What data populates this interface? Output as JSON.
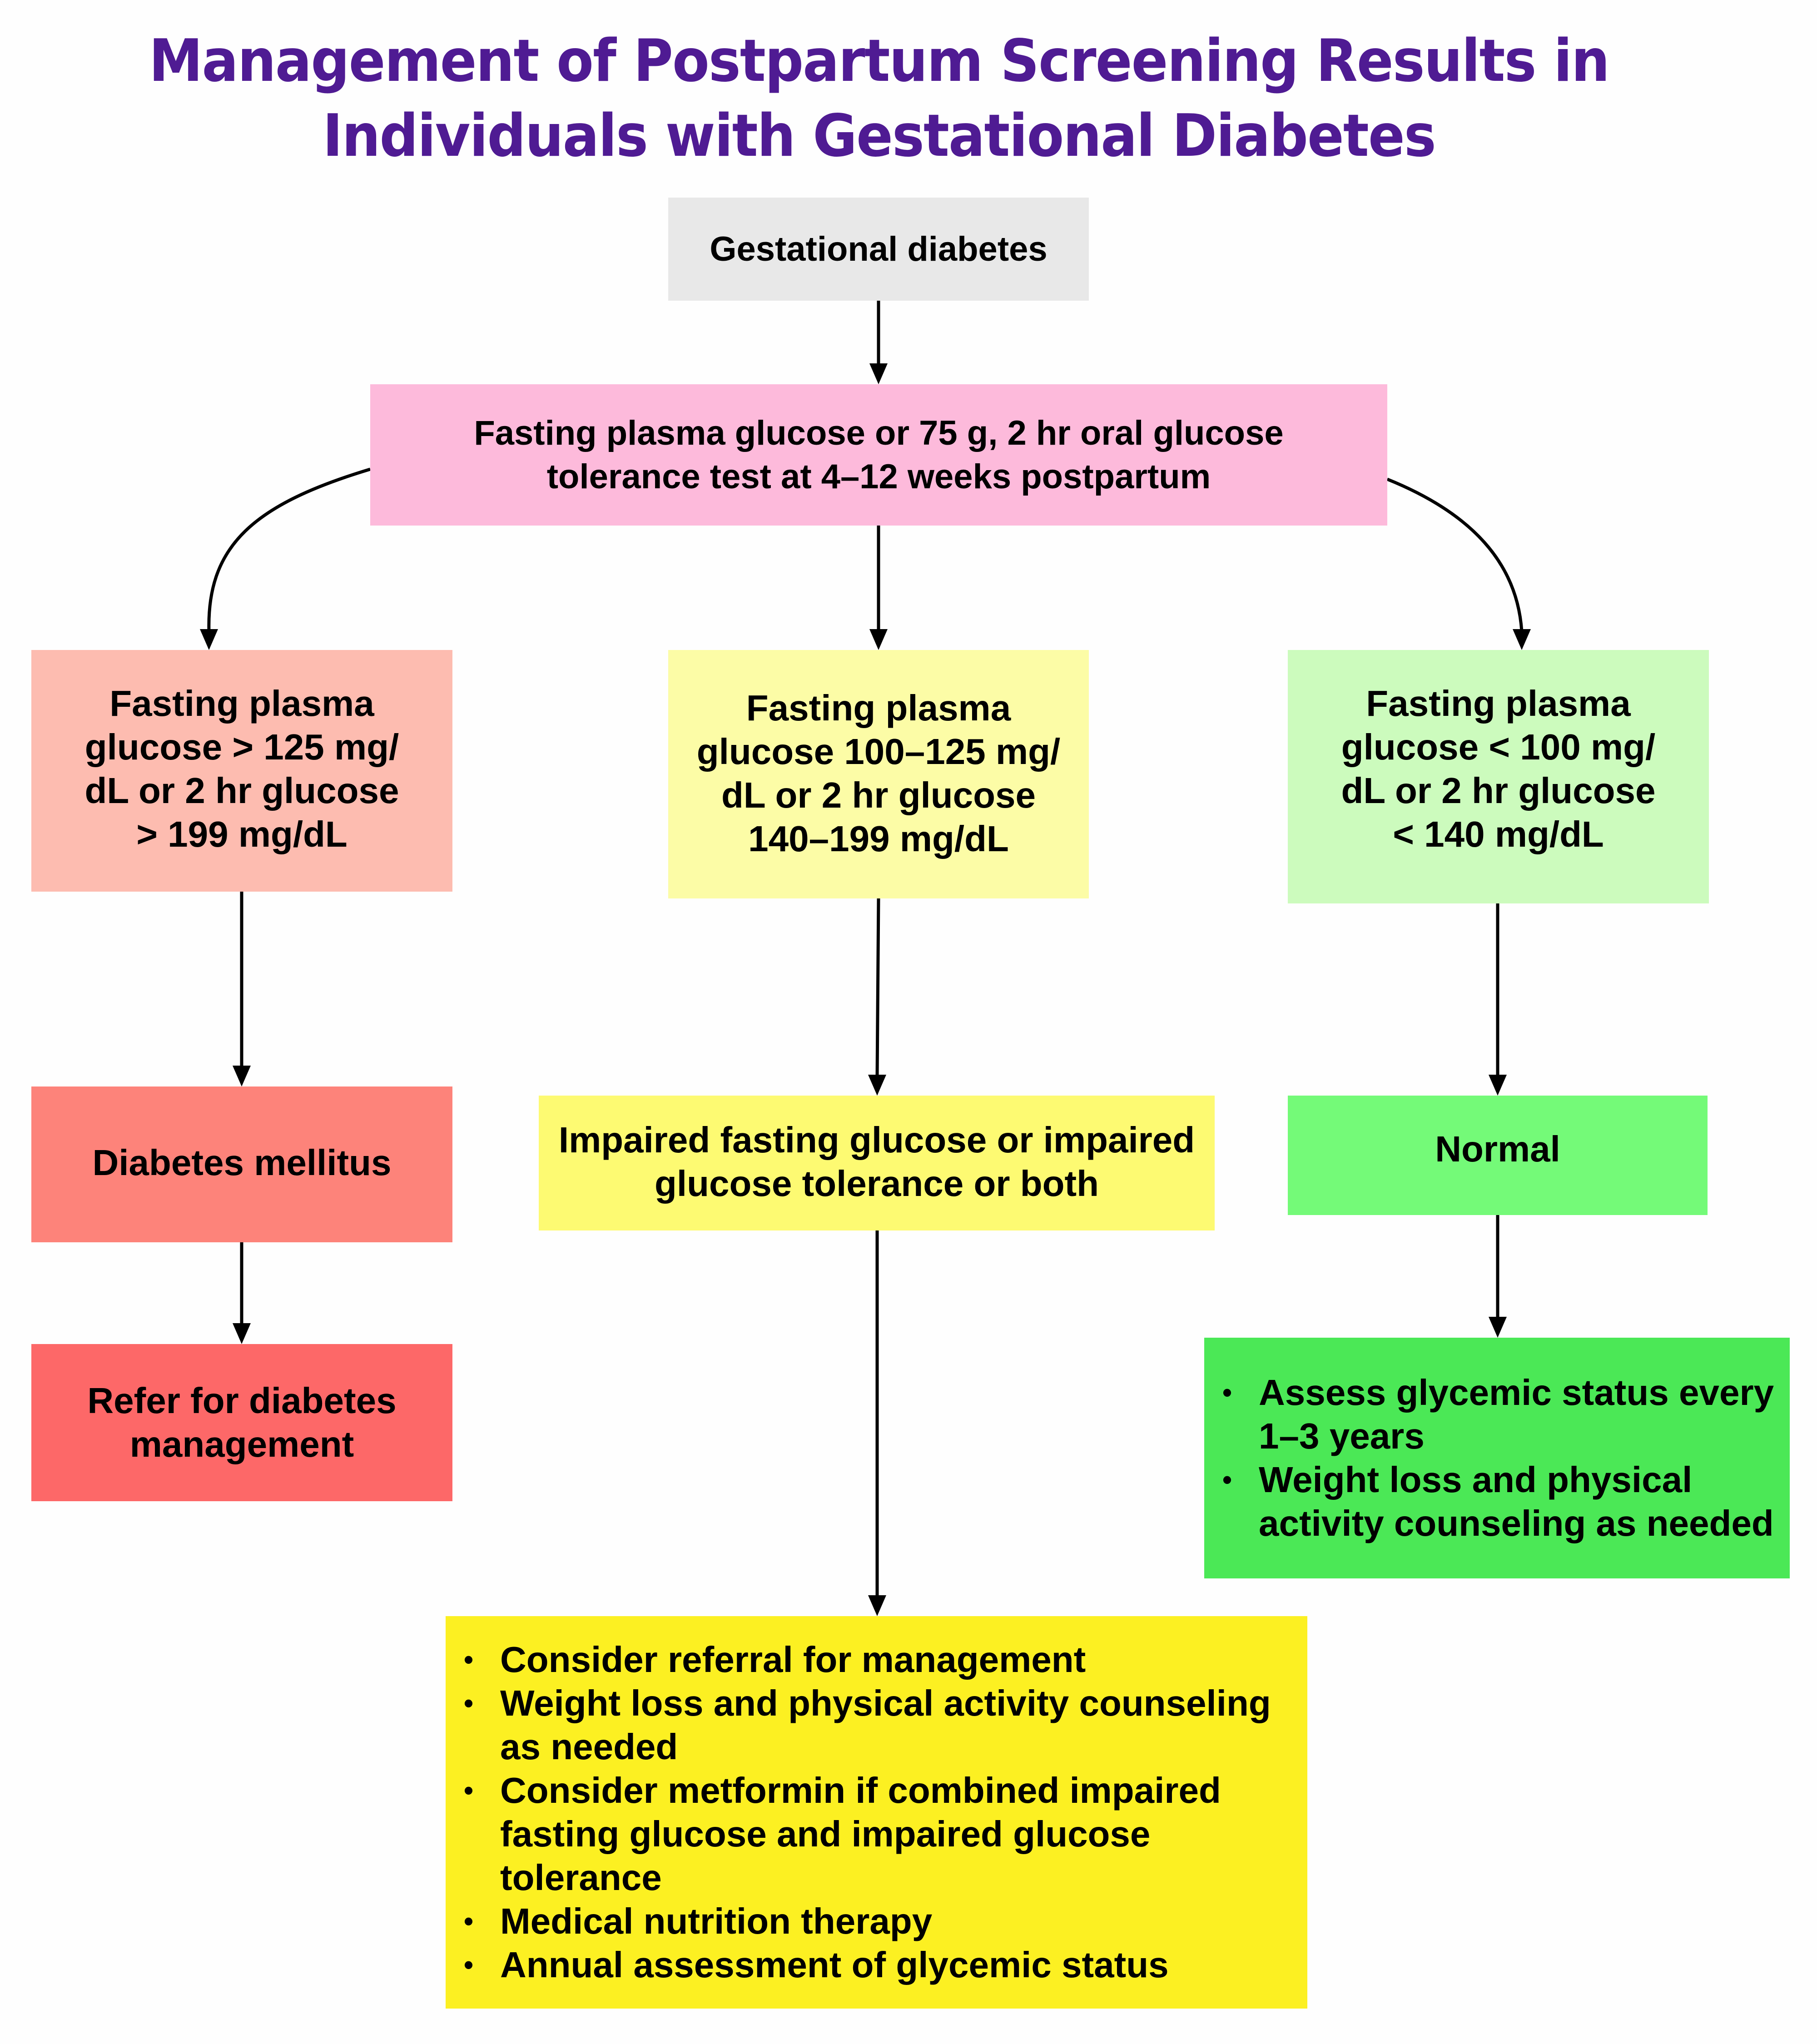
{
  "title": {
    "line1": "Management of Postpartum Screening Results in",
    "line2": "Individuals with Gestational Diabetes",
    "color": "#4f1b93"
  },
  "nodes": {
    "gestational": {
      "text": "Gestational diabetes",
      "color": "#e8e8e8"
    },
    "screening": {
      "line1": "Fasting plasma glucose or 75 g, 2 hr oral glucose",
      "line2": "tolerance test at 4–12 weeks postpartum",
      "color": "#fdbadb"
    },
    "high_result": {
      "lines": [
        "Fasting plasma",
        "glucose > 125 mg/",
        "dL or 2 hr glucose",
        "> 199 mg/dL"
      ],
      "color": "#fdbcb0"
    },
    "mid_result": {
      "lines": [
        "Fasting plasma",
        "glucose 100–125 mg/",
        "dL or 2 hr glucose",
        "140–199 mg/dL"
      ],
      "color": "#fcfca6"
    },
    "low_result": {
      "lines": [
        "Fasting plasma",
        "glucose < 100 mg/",
        "dL or 2 hr glucose",
        "< 140 mg/dL"
      ],
      "color": "#ccfbbd"
    },
    "diabetes_mellitus": {
      "text": "Diabetes mellitus",
      "color": "#fd837a"
    },
    "refer": {
      "lines": [
        "Refer for diabetes",
        "management"
      ],
      "color": "#fd6868"
    },
    "impaired": {
      "lines": [
        "Impaired fasting glucose or impaired",
        "glucose tolerance or both"
      ],
      "color": "#fdfa72"
    },
    "normal": {
      "text": "Normal",
      "color": "#74fa78"
    },
    "normal_actions": {
      "bullet": "•",
      "items": [
        [
          "Assess glycemic status every",
          "1–3 years"
        ],
        [
          "Weight loss and physical",
          "activity counseling as needed"
        ]
      ],
      "color": "#4be856"
    },
    "impaired_actions": {
      "bullet": "•",
      "items": [
        [
          "Consider referral for management"
        ],
        [
          "Weight loss and physical activity counseling",
          "as needed"
        ],
        [
          "Consider metformin if combined impaired",
          "fasting glucose and impaired glucose",
          "tolerance"
        ],
        [
          "Medical nutrition therapy"
        ],
        [
          "Annual assessment of glycemic status"
        ]
      ],
      "color": "#fcf022"
    }
  },
  "edges": [
    {
      "from": "gestational",
      "to": "screening"
    },
    {
      "from": "screening",
      "to": "high_result"
    },
    {
      "from": "screening",
      "to": "mid_result"
    },
    {
      "from": "screening",
      "to": "low_result"
    },
    {
      "from": "high_result",
      "to": "diabetes_mellitus"
    },
    {
      "from": "diabetes_mellitus",
      "to": "refer"
    },
    {
      "from": "mid_result",
      "to": "impaired"
    },
    {
      "from": "impaired",
      "to": "impaired_actions"
    },
    {
      "from": "low_result",
      "to": "normal"
    },
    {
      "from": "normal",
      "to": "normal_actions"
    }
  ]
}
